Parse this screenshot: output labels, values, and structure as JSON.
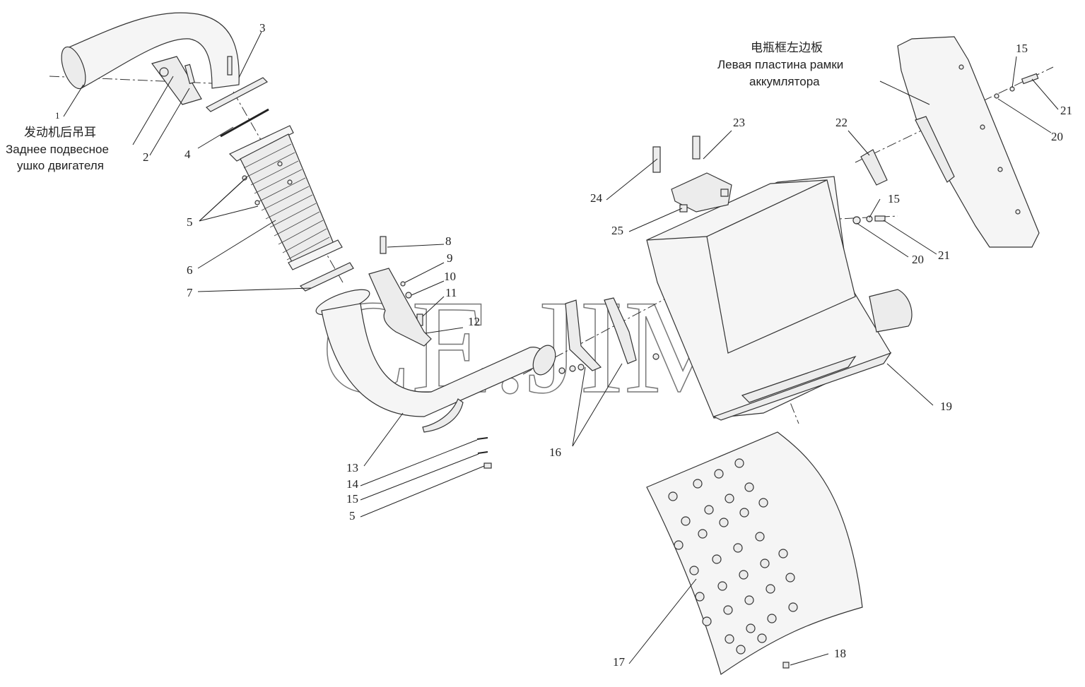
{
  "watermark": "CE.JIM",
  "captions": {
    "engine_ear_cn": "发动机后吊耳",
    "engine_ear_ru_line1": "Заднее подвесное",
    "engine_ear_ru_line2": "ушко двигателя",
    "battery_plate_cn": "电瓶框左边板",
    "battery_plate_ru_line1": "Левая пластина рамки",
    "battery_plate_ru_line2": "аккумлятора"
  },
  "callouts": {
    "c1": "1",
    "c2": "2",
    "c3": "3",
    "c4": "4",
    "c5a": "5",
    "c6": "6",
    "c7": "7",
    "c8": "8",
    "c9": "9",
    "c10": "10",
    "c11": "11",
    "c12": "12",
    "c13": "13",
    "c14": "14",
    "c15a": "15",
    "c5b": "5",
    "c16": "16",
    "c17": "17",
    "c18": "18",
    "c19": "19",
    "c20a": "20",
    "c21a": "21",
    "c15b": "15",
    "c22": "22",
    "c23": "23",
    "c24": "24",
    "c25": "25",
    "c15c": "15",
    "c21b": "21",
    "c20b": "20"
  }
}
